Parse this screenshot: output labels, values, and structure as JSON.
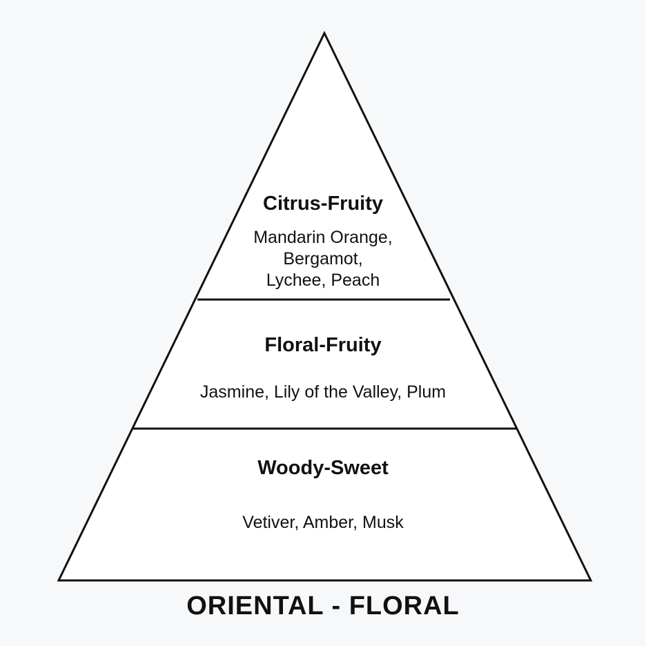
{
  "colors": {
    "background": "#f7f8fa",
    "pyramid_fill": "#ffffff",
    "outline": "#111111",
    "text": "#111111"
  },
  "tiers": {
    "top": {
      "title": "Citrus-Fruity",
      "notes": [
        "Mandarin Orange,",
        "Bergamot,",
        "Lychee, Peach"
      ]
    },
    "middle": {
      "title": "Floral-Fruity",
      "notes": [
        "Jasmine, Lily of the Valley, Plum"
      ]
    },
    "base": {
      "title": "Woody-Sweet",
      "notes": [
        "Vetiver, Amber, Musk"
      ]
    }
  },
  "fragrance_family": "ORIENTAL - FLORAL"
}
